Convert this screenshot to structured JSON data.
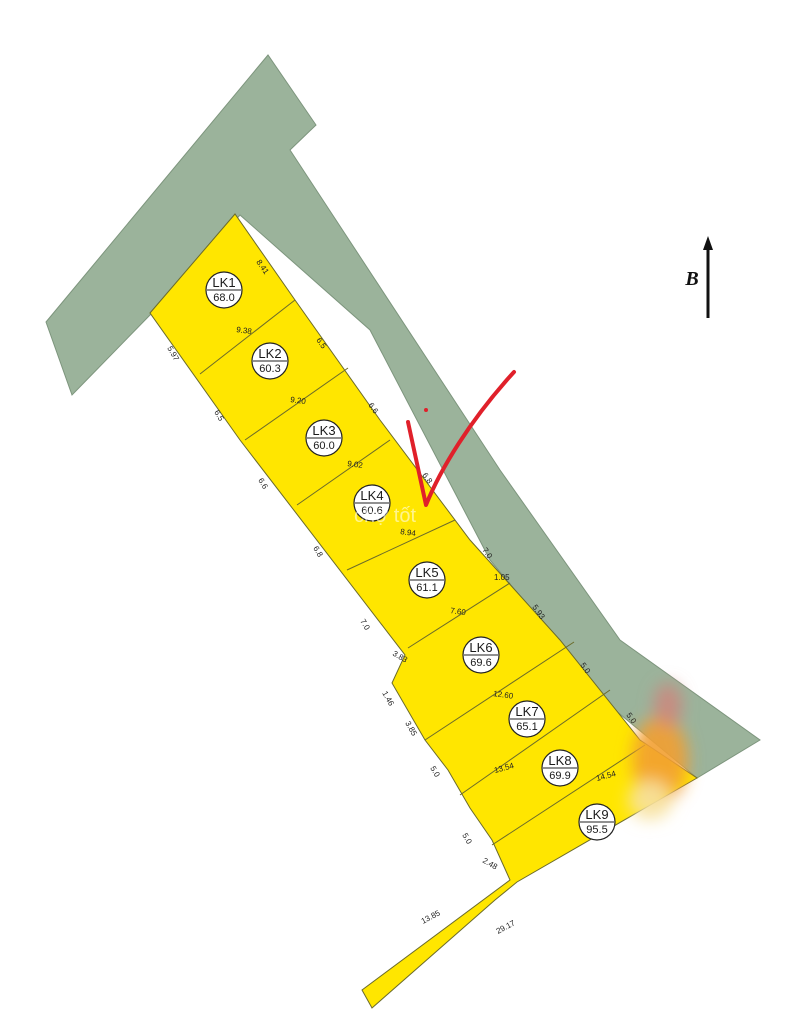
{
  "north_label": "B",
  "watermark": "chợ tốt",
  "colors": {
    "road": "#9bb39b",
    "lot_fill": "#ffe600",
    "lot_stroke": "#6b6b2a",
    "annotation": "#e0202a"
  },
  "lots": [
    {
      "id": "LK1",
      "area": "68.0"
    },
    {
      "id": "LK2",
      "area": "60.3"
    },
    {
      "id": "LK3",
      "area": "60.0"
    },
    {
      "id": "LK4",
      "area": "60.6"
    },
    {
      "id": "LK5",
      "area": "61.1"
    },
    {
      "id": "LK6",
      "area": "69.6"
    },
    {
      "id": "LK7",
      "area": "65.1"
    },
    {
      "id": "LK8",
      "area": "69.9"
    },
    {
      "id": "LK9",
      "area": "95.5"
    }
  ],
  "dimensions": {
    "front": [
      "8.41",
      "6.5",
      "6.6",
      "6.8",
      "7.0",
      "5.93",
      "5.0",
      "5.0"
    ],
    "depth": [
      "9.38",
      "9.20",
      "9.02",
      "8.94",
      "7.60",
      "12.60",
      "13.54",
      "14.54"
    ],
    "inner": [
      "1.05"
    ],
    "back": [
      "5.97",
      "6.5",
      "6.6",
      "6.8",
      "7.0",
      "3.83",
      "1.46",
      "3.85",
      "5.0",
      "5.0",
      "2.48",
      "13.85",
      "29.17"
    ]
  }
}
